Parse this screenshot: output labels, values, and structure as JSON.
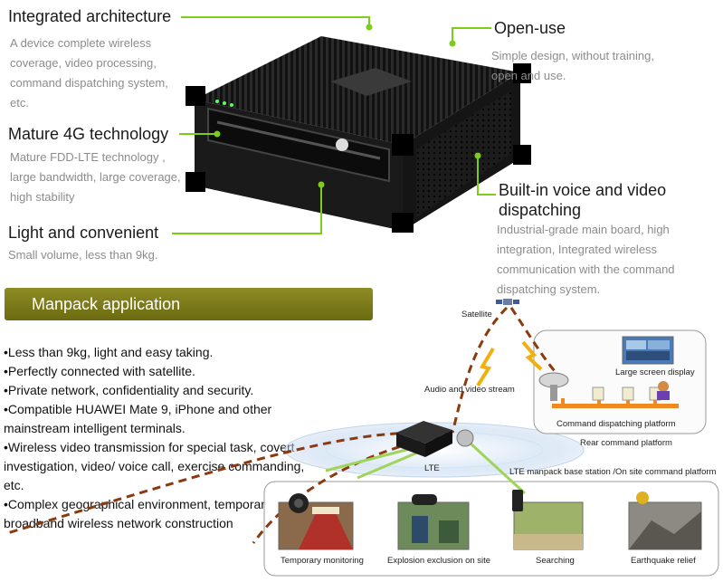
{
  "features": {
    "integrated": {
      "title": "Integrated architecture",
      "lines": [
        "A device complete wireless",
        "coverage, video processing,",
        "command dispatching system,",
        "etc."
      ]
    },
    "mature": {
      "title": "Mature 4G technology",
      "lines": [
        "Mature FDD-LTE technology ,",
        "large bandwidth, large coverage,",
        "high stability"
      ]
    },
    "light": {
      "title": "Light and convenient",
      "lines": [
        "Small volume, less than 9kg."
      ]
    },
    "openuse": {
      "title": "Open-use",
      "lines": [
        "Simple design, without training,",
        "open and use."
      ]
    },
    "voice": {
      "title_lines": [
        "Built-in voice and video",
        "dispatching"
      ],
      "lines": [
        "Industrial-grade main board, high",
        "integration, Integrated wireless",
        "communication with the command",
        "dispatching system."
      ]
    }
  },
  "banner": {
    "label": "Manpack application"
  },
  "bullets": [
    "•Less than 9kg, light and easy taking.",
    "•Perfectly connected with satellite.",
    "•Private network, confidentiality and security.",
    "•Compatible HUAWEI Mate 9, iPhone and other",
    "mainstream intelligent terminals.",
    "•Wireless video transmission for special task, covert",
    "investigation, video/ voice call, exercise commanding,",
    "etc.",
    "•Complex geographical environment, temporary",
    "broadband wireless network construction"
  ],
  "diagram": {
    "satellite": "Satellite",
    "audio_video": "Audio and video stream",
    "large_screen": "Large screen display",
    "command_platform": "Command dispatching platform",
    "rear_command": "Rear command platform",
    "lte": "LTE",
    "lte_base": "LTE manpack base station /On site command platform",
    "captions": [
      "Temporary monitoring",
      "Explosion exclusion on site",
      "Searching",
      "Earthquake relief"
    ]
  },
  "colors": {
    "accent_green": "#7ccc1a",
    "banner": "#7e7d1b",
    "dash_brown": "#8b3a0f",
    "orange": "#f0a020"
  }
}
